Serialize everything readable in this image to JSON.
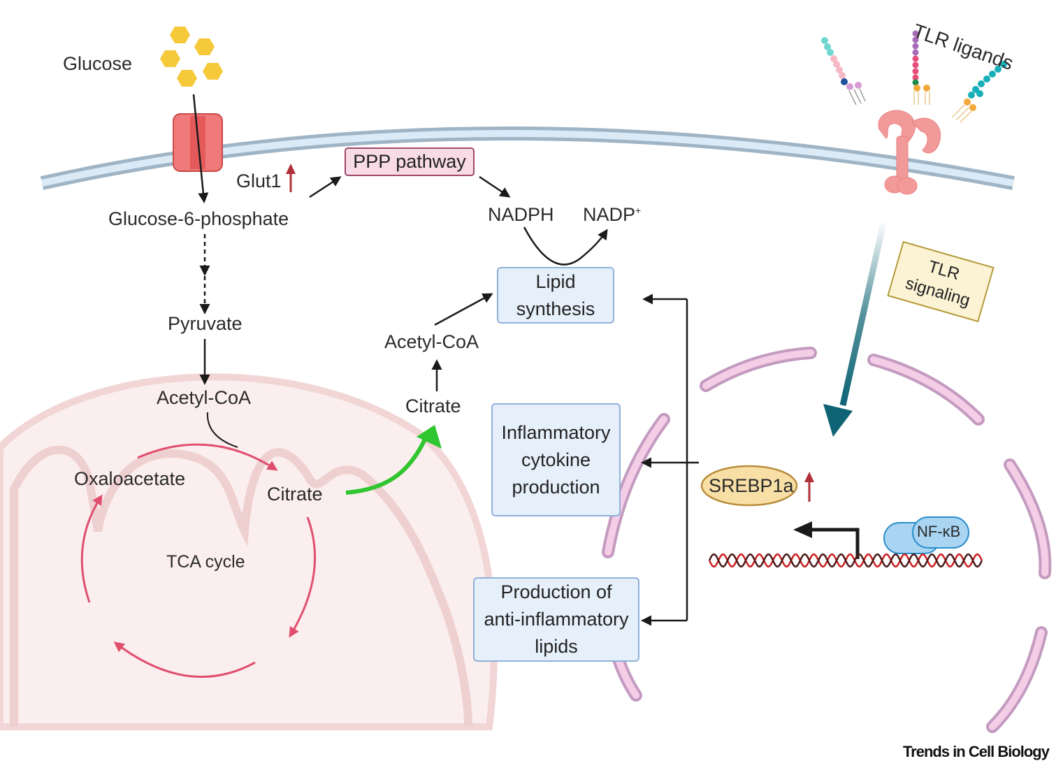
{
  "figure": {
    "labels": {
      "glucose": "Glucose",
      "glut1": "Glut1",
      "glucose6p": "Glucose-6-phosphate",
      "pyruvate": "Pyruvate",
      "acetylcoa_mito": "Acetyl-CoA",
      "oxaloacetate": "Oxaloacetate",
      "citrate_mito": "Citrate",
      "tca_cycle": "TCA cycle",
      "citrate_cyto": "Citrate",
      "acetylcoa_cyto": "Acetyl-CoA",
      "nadph": "NADPH",
      "nadp": "NADP",
      "nadp_sup": "+",
      "tlr_ligands": "TLR ligands",
      "srebp1a": "SREBP1a",
      "nfkb": "NF-κB"
    },
    "boxes": {
      "ppp": "PPP pathway",
      "lipid_synthesis": "Lipid\nsynthesis",
      "inflammatory": "Inflammatory\ncytokine\nproduction",
      "anti_inflammatory": "Production of\nanti-inflammatory\nlipids",
      "tlr_signaling": "TLR\nsignaling"
    },
    "indicators": {
      "glut1_arrow": "up",
      "srebp1a_arrow": "up"
    },
    "colors": {
      "membrane": "#dbeaf7",
      "membrane_edge": "#9fb4c4",
      "transporter": "#f07a7a",
      "glucose": "#f5c93a",
      "tca": "#e0506e",
      "mitochondria": "#f7e3e3",
      "citrate_export": "#2fc62f",
      "tlr_arrow": "#0e6474",
      "nucleus": "#f4cde6",
      "nucleus_edge": "#c49bc0",
      "up_arrow": "#b0303a",
      "dna": "#cc2020"
    }
  },
  "footer": "Trends in Cell Biology"
}
